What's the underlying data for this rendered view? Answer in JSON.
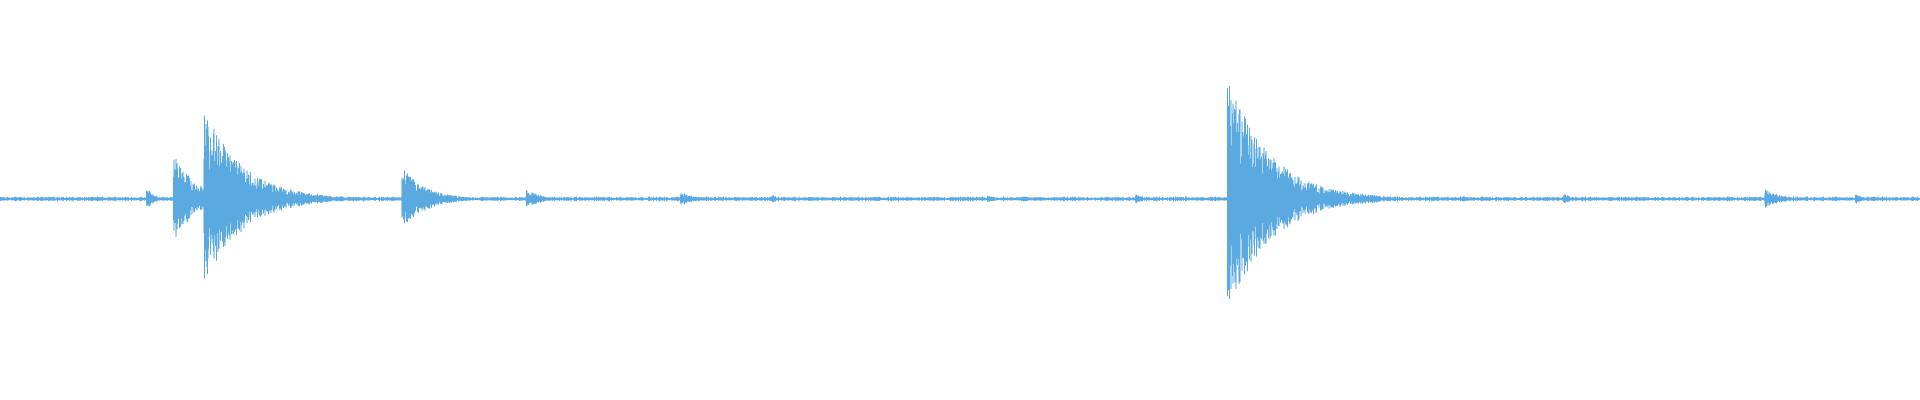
{
  "waveform": {
    "color": "#5aa9e1",
    "background": "#ffffff",
    "events": [
      {
        "time": 0.077,
        "amplitude": 0.08,
        "decay": 0.004
      },
      {
        "time": 0.091,
        "amplitude": 0.36,
        "decay": 0.012
      },
      {
        "time": 0.107,
        "amplitude": 0.74,
        "decay": 0.02
      },
      {
        "time": 0.21,
        "amplitude": 0.26,
        "decay": 0.012
      },
      {
        "time": 0.275,
        "amplitude": 0.08,
        "decay": 0.007
      },
      {
        "time": 0.355,
        "amplitude": 0.07,
        "decay": 0.006
      },
      {
        "time": 0.402,
        "amplitude": 0.04,
        "decay": 0.004
      },
      {
        "time": 0.44,
        "amplitude": 0.02,
        "decay": 0.004
      },
      {
        "time": 0.515,
        "amplitude": 0.03,
        "decay": 0.004
      },
      {
        "time": 0.592,
        "amplitude": 0.04,
        "decay": 0.005
      },
      {
        "time": 0.64,
        "amplitude": 1.0,
        "decay": 0.022
      },
      {
        "time": 0.688,
        "amplitude": 0.05,
        "decay": 0.005
      },
      {
        "time": 0.762,
        "amplitude": 0.03,
        "decay": 0.004
      },
      {
        "time": 0.815,
        "amplitude": 0.04,
        "decay": 0.005
      },
      {
        "time": 0.853,
        "amplitude": 0.02,
        "decay": 0.004
      },
      {
        "time": 0.897,
        "amplitude": 0.02,
        "decay": 0.004
      },
      {
        "time": 0.92,
        "amplitude": 0.08,
        "decay": 0.008
      },
      {
        "time": 0.967,
        "amplitude": 0.04,
        "decay": 0.005
      }
    ]
  }
}
